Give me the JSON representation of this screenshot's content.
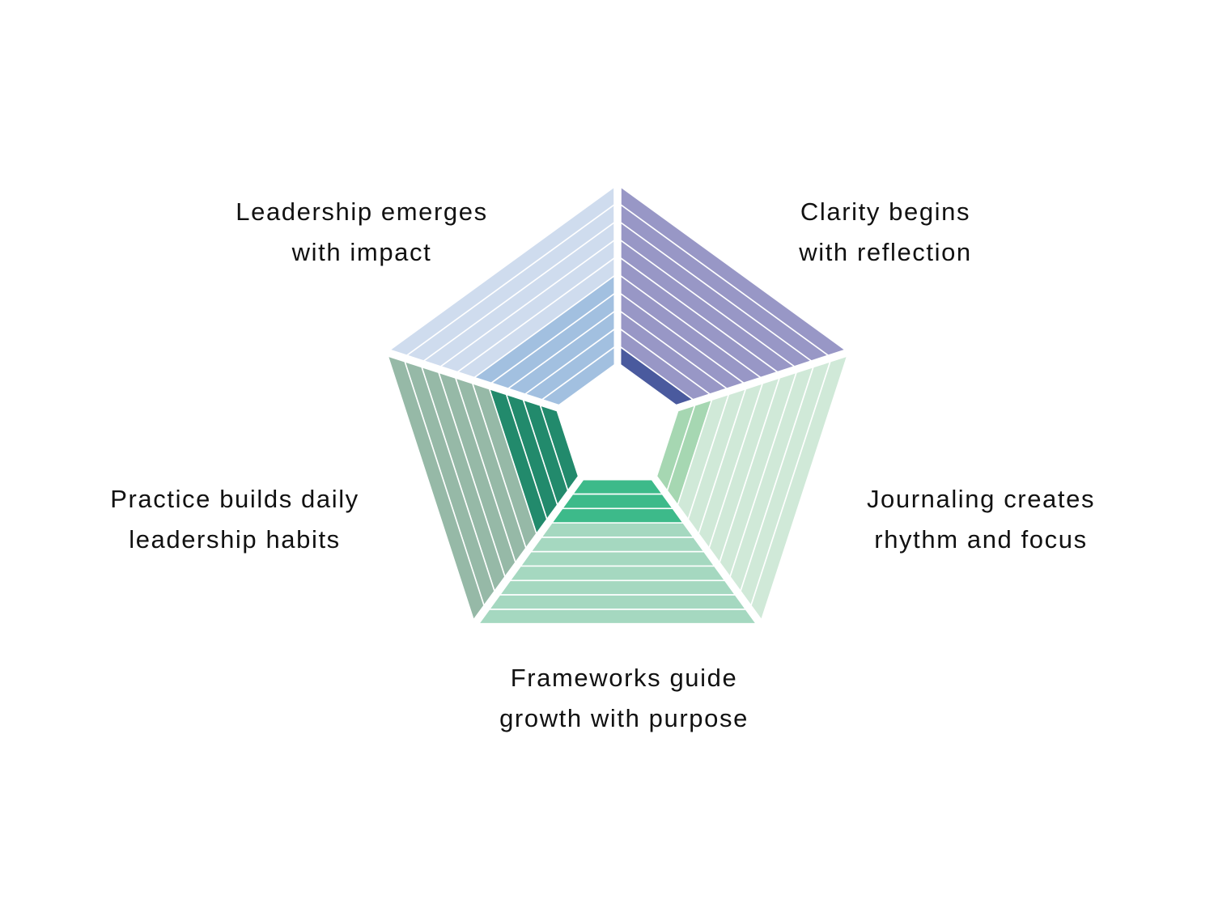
{
  "diagram": {
    "type": "segmented-pentagon-ring",
    "stripes_per_segment": 10,
    "segments": [
      {
        "id": "clarity",
        "position": "top-right",
        "label_line1": "Clarity begins",
        "label_line2": "with reflection",
        "filled_stripes": 1,
        "fill_color": "#4a5a9e",
        "base_color": "#9897c6"
      },
      {
        "id": "journaling",
        "position": "right",
        "label_line1": "Journaling creates",
        "label_line2": "rhythm and focus",
        "filled_stripes": 2,
        "fill_color": "#a6d7b2",
        "base_color": "#d0e9d8"
      },
      {
        "id": "frameworks",
        "position": "bottom",
        "label_line1": "Frameworks guide",
        "label_line2": "growth with purpose",
        "filled_stripes": 3,
        "fill_color": "#3dba8a",
        "base_color": "#a5d8c0"
      },
      {
        "id": "practice",
        "position": "left",
        "label_line1": "Practice builds daily",
        "label_line2": "leadership habits",
        "filled_stripes": 4,
        "fill_color": "#228a6c",
        "base_color": "#96b9a7"
      },
      {
        "id": "leadership",
        "position": "top-left",
        "label_line1": "Leadership emerges",
        "label_line2": "with impact",
        "filled_stripes": 5,
        "fill_color": "#a2c0e0",
        "base_color": "#cfdcee"
      }
    ]
  }
}
